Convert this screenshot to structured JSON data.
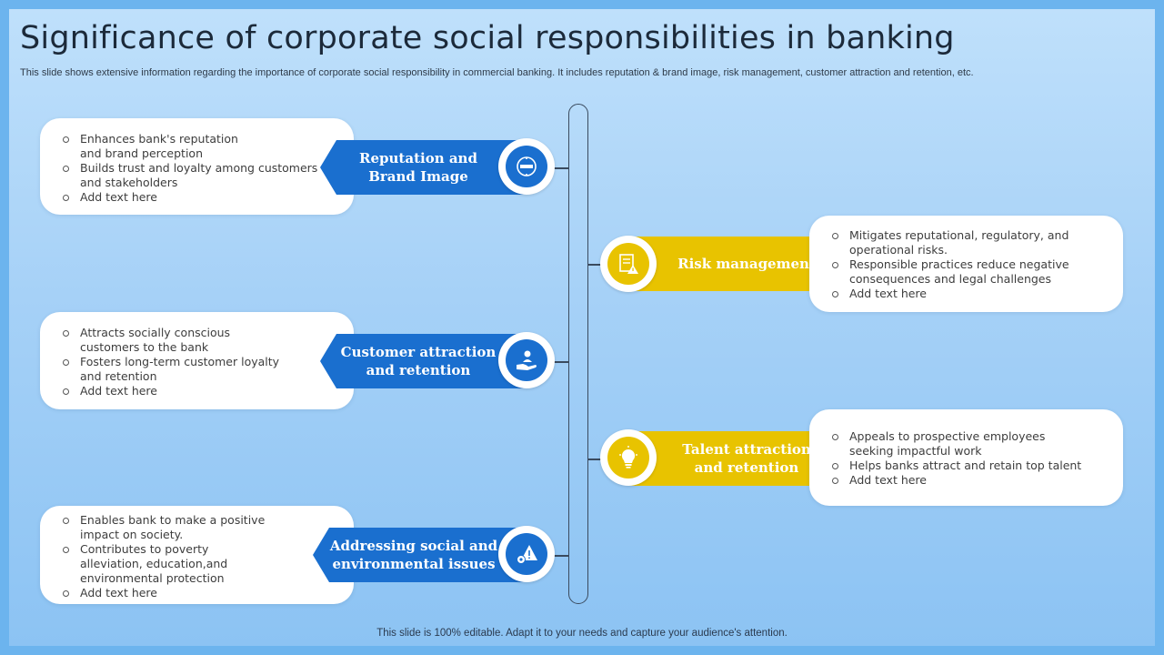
{
  "title": "Significance of corporate social responsibilities in banking",
  "subtitle": "This slide shows extensive information regarding the importance of corporate social responsibility in commercial banking. It includes reputation & brand image, risk management, customer attraction and retention, etc.",
  "footer": "This slide is 100% editable. Adapt it to your needs and capture your audience's attention.",
  "colors": {
    "blue": "#1a6fcf",
    "yellow": "#e8c300",
    "background": "#a6d1f7"
  },
  "items": [
    {
      "label_line1": "Reputation and",
      "label_line2": "Brand Image",
      "icon": "brand-icon",
      "bullets": [
        "Enhances bank's reputation and brand perception",
        "Builds trust and loyalty among customers and stakeholders",
        "Add text here"
      ]
    },
    {
      "label_line1": "Risk management",
      "label_line2": "",
      "icon": "risk-document-icon",
      "bullets": [
        "Mitigates reputational, regulatory, and operational risks.",
        "Responsible practices reduce negative consequences and legal challenges",
        "Add text here"
      ]
    },
    {
      "label_line1": "Customer attraction",
      "label_line2": "and retention",
      "icon": "hand-person-icon",
      "bullets": [
        "Attracts socially conscious customers to the bank",
        "Fosters long-term customer loyalty and retention",
        "Add text here"
      ]
    },
    {
      "label_line1": "Talent attraction",
      "label_line2": "and retention",
      "icon": "lightbulb-icon",
      "bullets": [
        "Appeals to prospective employees seeking impactful work",
        "Helps banks attract and retain top talent",
        "Add text here"
      ]
    },
    {
      "label_line1": "Addressing social and",
      "label_line2": "environmental issues",
      "icon": "gear-warning-icon",
      "bullets": [
        "Enables bank to make a positive impact on society.",
        "Contributes to poverty alleviation, education,and environmental protection",
        "Add text here"
      ]
    }
  ]
}
